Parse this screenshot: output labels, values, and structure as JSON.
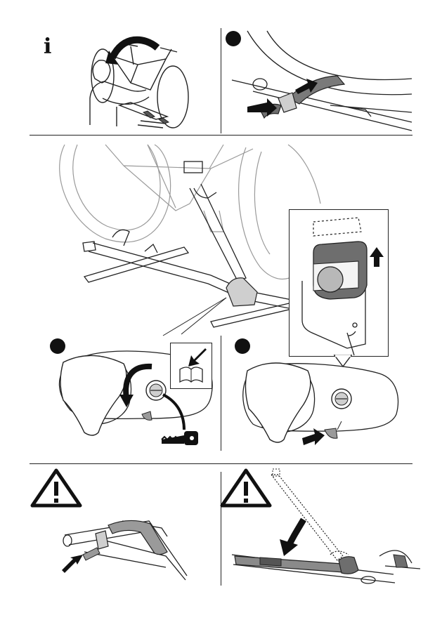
{
  "page": {
    "info_marker": "i"
  },
  "icons": {
    "info": "info-icon",
    "warning": "warning-triangle-icon",
    "arrow": "arrow-icon",
    "key": "key-icon",
    "manual": "manual-book-icon"
  },
  "colors": {
    "line": "#222222",
    "fill_dark": "#6e6e6e",
    "fill_light": "#cfcfcf",
    "fill_mid": "#9a9a9a",
    "background": "#ffffff"
  },
  "panels": [
    {
      "id": "top-left",
      "content": "info-bike-lift"
    },
    {
      "id": "top-right",
      "content": "strap-tighten"
    },
    {
      "id": "main",
      "content": "bike-on-carrier"
    },
    {
      "id": "lock-left",
      "content": "lock-with-key"
    },
    {
      "id": "lock-right",
      "content": "release-button"
    },
    {
      "id": "warn-left",
      "content": "warning-strap"
    },
    {
      "id": "warn-right",
      "content": "warning-fold"
    }
  ]
}
